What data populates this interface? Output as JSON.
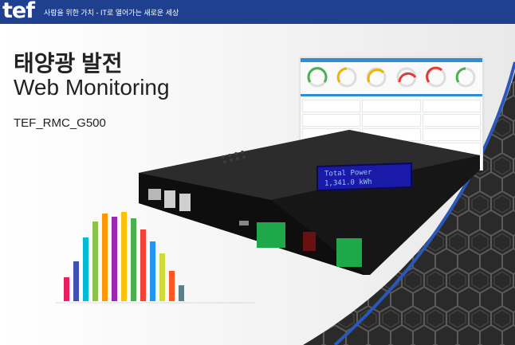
{
  "header": {
    "logo": "tef",
    "slogan": "사람을 위한 가치 - IT로 열어가는 새로운 세상"
  },
  "main": {
    "title_ko": "태양광 발전",
    "title_en": "Web Monitoring",
    "model": "TEF_RMC_G500"
  },
  "device": {
    "lcd_line1": "Total Power",
    "lcd_line2": "1,341.0 kWh"
  },
  "colors": {
    "brand": "#1f3f8f",
    "accent": "#2d8dd6"
  }
}
